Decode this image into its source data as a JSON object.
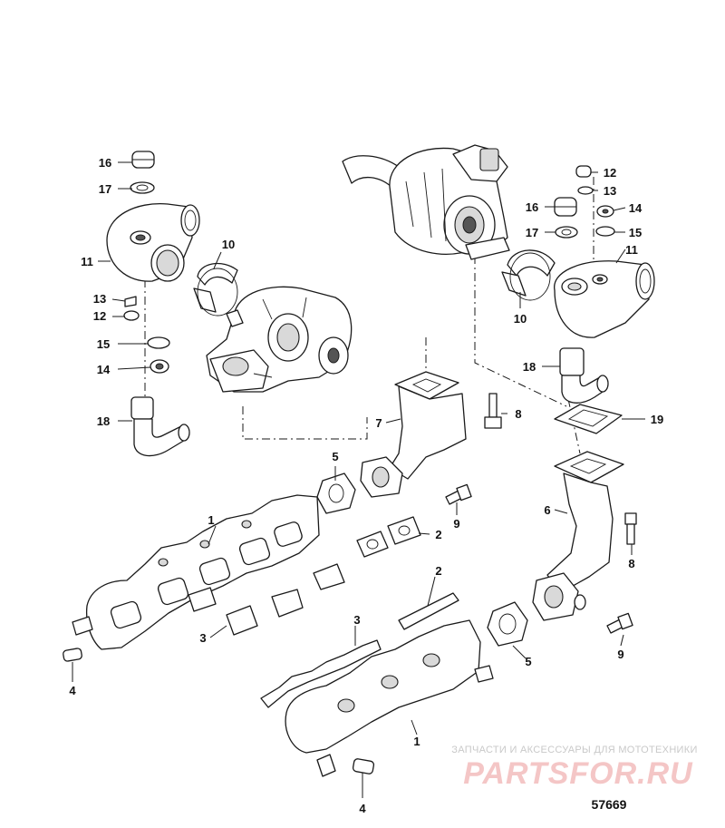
{
  "diagram": {
    "reference_number": "57669",
    "callouts": [
      "1",
      "1",
      "2",
      "2",
      "3",
      "3",
      "4",
      "4",
      "5",
      "5",
      "6",
      "7",
      "8",
      "8",
      "9",
      "9",
      "10",
      "10",
      "11",
      "11",
      "12",
      "12",
      "13",
      "13",
      "14",
      "14",
      "15",
      "15",
      "16",
      "16",
      "17",
      "17",
      "18",
      "18",
      "19"
    ]
  },
  "watermark": {
    "caption": "ЗАПЧАСТИ И АКСЕССУАРЫ ДЛЯ МОТОТЕХНИКИ",
    "logo": "PARTSFOR.RU"
  }
}
